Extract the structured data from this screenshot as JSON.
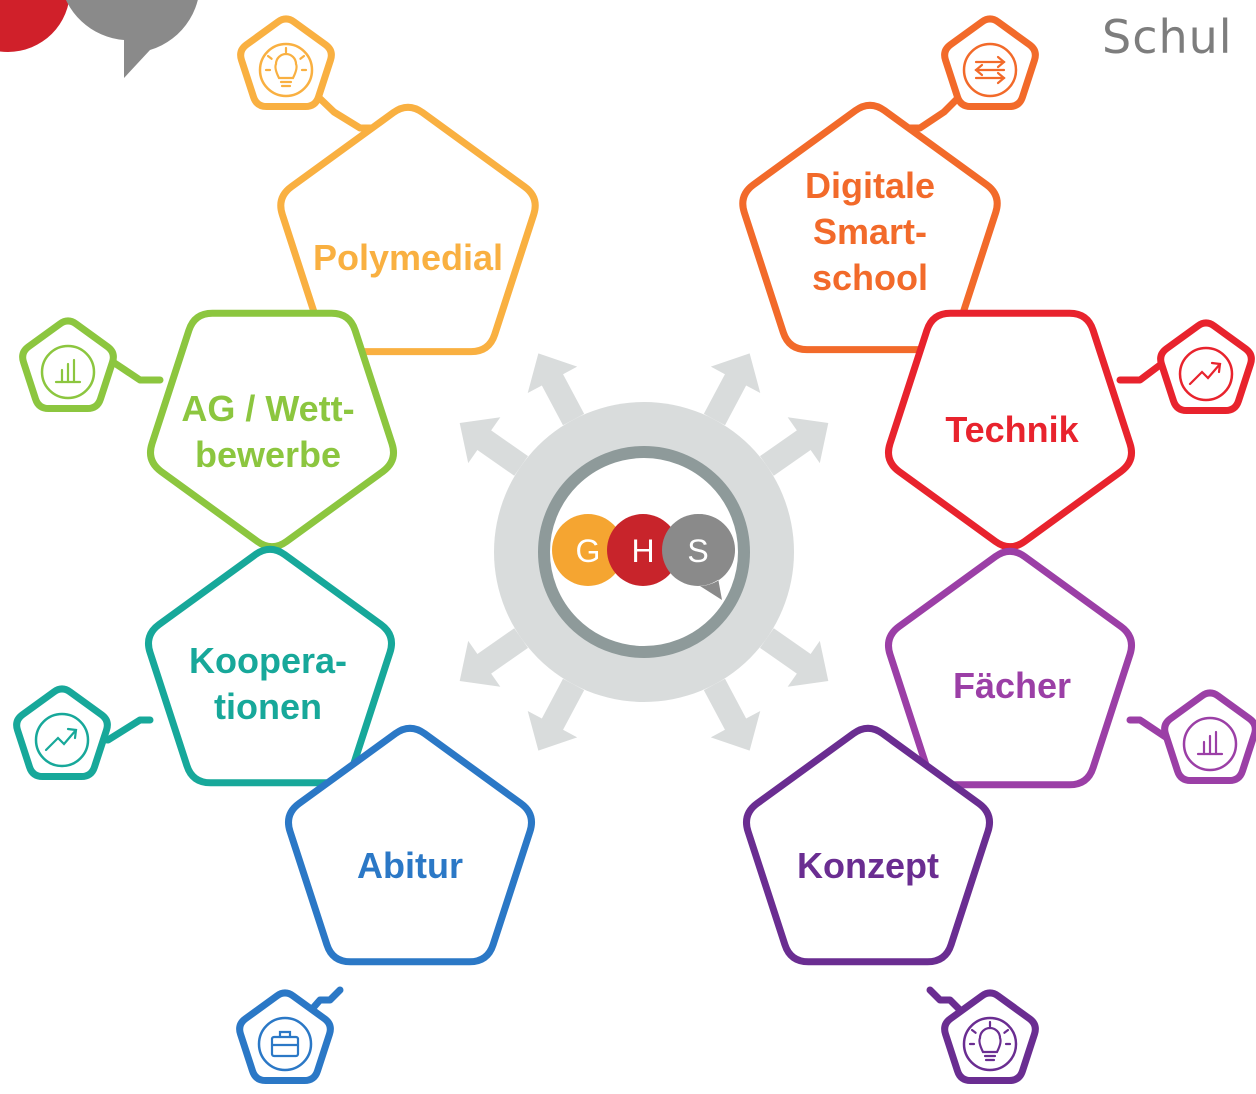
{
  "header": {
    "title_fragment": "Schul"
  },
  "center": {
    "logo_letters": [
      "G",
      "H",
      "S"
    ],
    "logo_colors": [
      "#f5a531",
      "#c8242b",
      "#8a8a8a"
    ]
  },
  "nodes": [
    {
      "id": "polymedial",
      "lines": [
        "Polymedial"
      ],
      "color": "#f9b041",
      "icon": "lightbulb-icon"
    },
    {
      "id": "ag-wettbewerbe",
      "lines": [
        "AG / Wett-",
        "bewerbe"
      ],
      "color": "#8cc63f",
      "icon": "bar-chart-icon"
    },
    {
      "id": "kooperationen",
      "lines": [
        "Kooper­a-",
        "tionen"
      ],
      "color": "#17a89a",
      "icon": "trend-chart-icon"
    },
    {
      "id": "abitur",
      "lines": [
        "Abitur"
      ],
      "color": "#2b78c6",
      "icon": "briefcase-icon"
    },
    {
      "id": "digitale-smartschool",
      "lines": [
        "Digitale",
        "Smart-",
        "school"
      ],
      "color": "#f26a2a",
      "icon": "arrows-icon"
    },
    {
      "id": "technik",
      "lines": [
        "Technik"
      ],
      "color": "#e8232d",
      "icon": "trend-chart-icon"
    },
    {
      "id": "faecher",
      "lines": [
        "Fächer"
      ],
      "color": "#9b3fa6",
      "icon": "bar-chart-icon"
    },
    {
      "id": "konzept",
      "lines": [
        "Konzept"
      ],
      "color": "#6a2d91",
      "icon": "lightbulb-icon"
    }
  ]
}
